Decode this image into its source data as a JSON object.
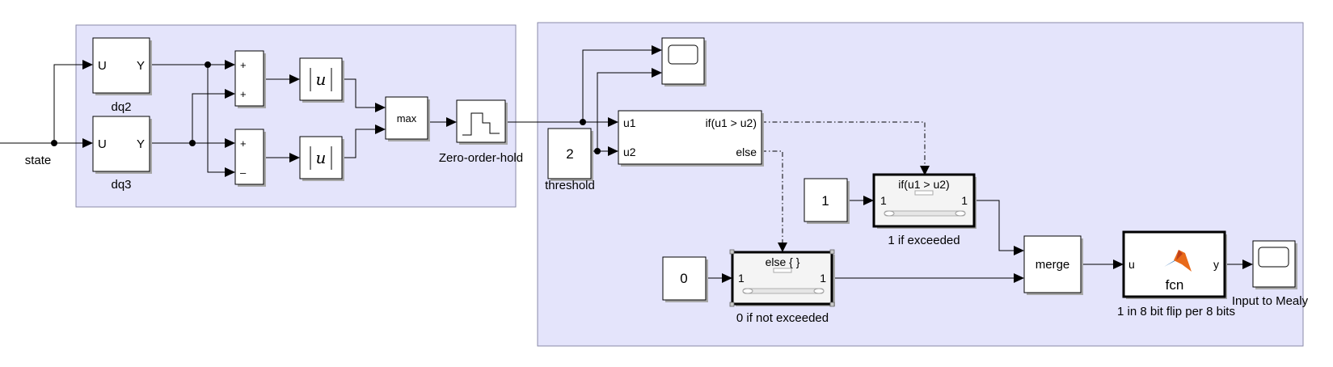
{
  "signals": {
    "state": "state",
    "threshold": "threshold"
  },
  "blocks": {
    "dq2": {
      "label": "dq2",
      "in_port": "U",
      "out_port": "Y"
    },
    "dq3": {
      "label": "dq3",
      "in_port": "U",
      "out_port": "Y"
    },
    "sum_top": {
      "in1": "+",
      "in2": "+"
    },
    "sum_bottom": {
      "in1": "+",
      "in2": "–"
    },
    "max": {
      "text": "max"
    },
    "zoh": {
      "label": "Zero-order-hold"
    },
    "threshold_const": {
      "value": "2"
    },
    "if_block": {
      "in1": "u1",
      "in2": "u2",
      "out_if": "if(u1 > u2)",
      "out_else": "else"
    },
    "const_one": {
      "value": "1"
    },
    "const_zero": {
      "value": "0"
    },
    "if_action": {
      "title": "if(u1 > u2)",
      "in_port": "1",
      "out_port": "1",
      "label": "1 if exceeded"
    },
    "else_action": {
      "title": "else { }",
      "in_port": "1",
      "out_port": "1",
      "label": "0 if not exceeded"
    },
    "merge": {
      "text": "merge"
    },
    "fcn": {
      "text": "fcn",
      "in_port": "u",
      "out_port": "y",
      "label": "1 in 8 bit flip per 8 bits"
    },
    "scope_out": {
      "label": "Input to Mealy"
    }
  },
  "colors": {
    "subsystem_area": "#e4e4fb",
    "matlab_logo": "#e86a1a"
  },
  "icons": [
    "scope-icon",
    "abs-icon",
    "zoh-icon",
    "matlab-logo-icon"
  ]
}
